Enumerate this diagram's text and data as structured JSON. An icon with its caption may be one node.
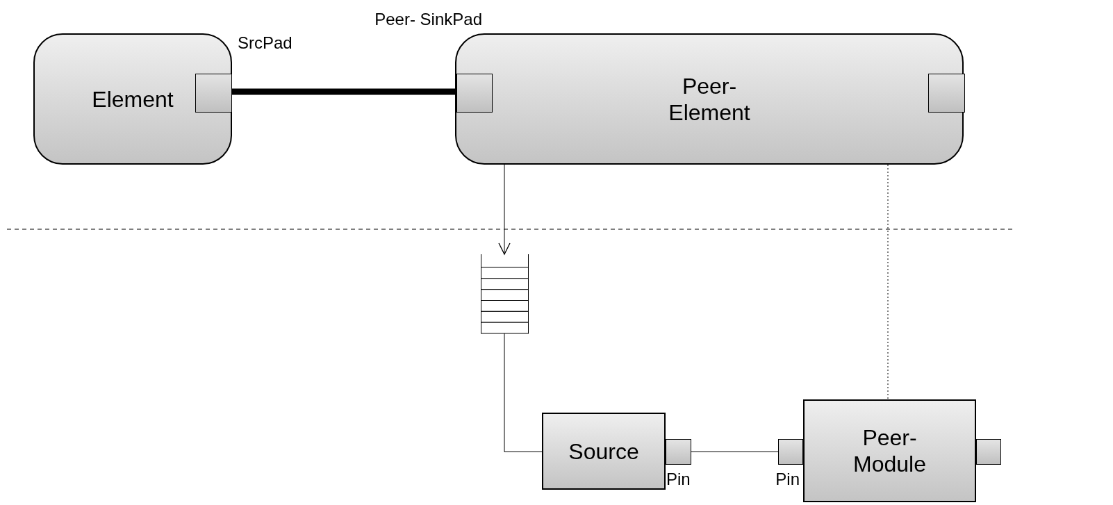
{
  "diagram": {
    "nodes": [
      {
        "text": [
          "Element"
        ]
      },
      {
        "text": [],
        "shape": "box",
        "in": 0,
        "beside": [
          "SrcPad"
        ]
      },
      {
        "text": [
          "Peer- Element"
        ]
      },
      {
        "text": [],
        "shape": "box",
        "in": 2,
        "beside": [
          "Peer- SinkPad"
        ]
      },
      {
        "text": [],
        "shape": "box",
        "in": 2
      },
      {
        "text": [],
        "shape": "queue"
      },
      {
        "text": [
          "Source"
        ]
      },
      {
        "text": [],
        "shape": "box",
        "beside": [
          "Pin"
        ]
      },
      {
        "text": [
          "Peer- Module"
        ]
      },
      {
        "text": [],
        "shape": "box",
        "beside": [
          "Pin"
        ]
      },
      {
        "text": [],
        "shape": "box"
      }
    ],
    "edges": [
      {
        "from": 1,
        "to": 3,
        "arrow": "none",
        "style": "thick"
      },
      {
        "from": 2,
        "to": 5,
        "arrow": "to"
      },
      {
        "from": 5,
        "to": 6,
        "arrow": "none"
      },
      {
        "from": 7,
        "to": 9,
        "arrow": "none"
      },
      {
        "from": 2,
        "to": 8,
        "arrow": "none",
        "style": "dashed"
      }
    ]
  }
}
